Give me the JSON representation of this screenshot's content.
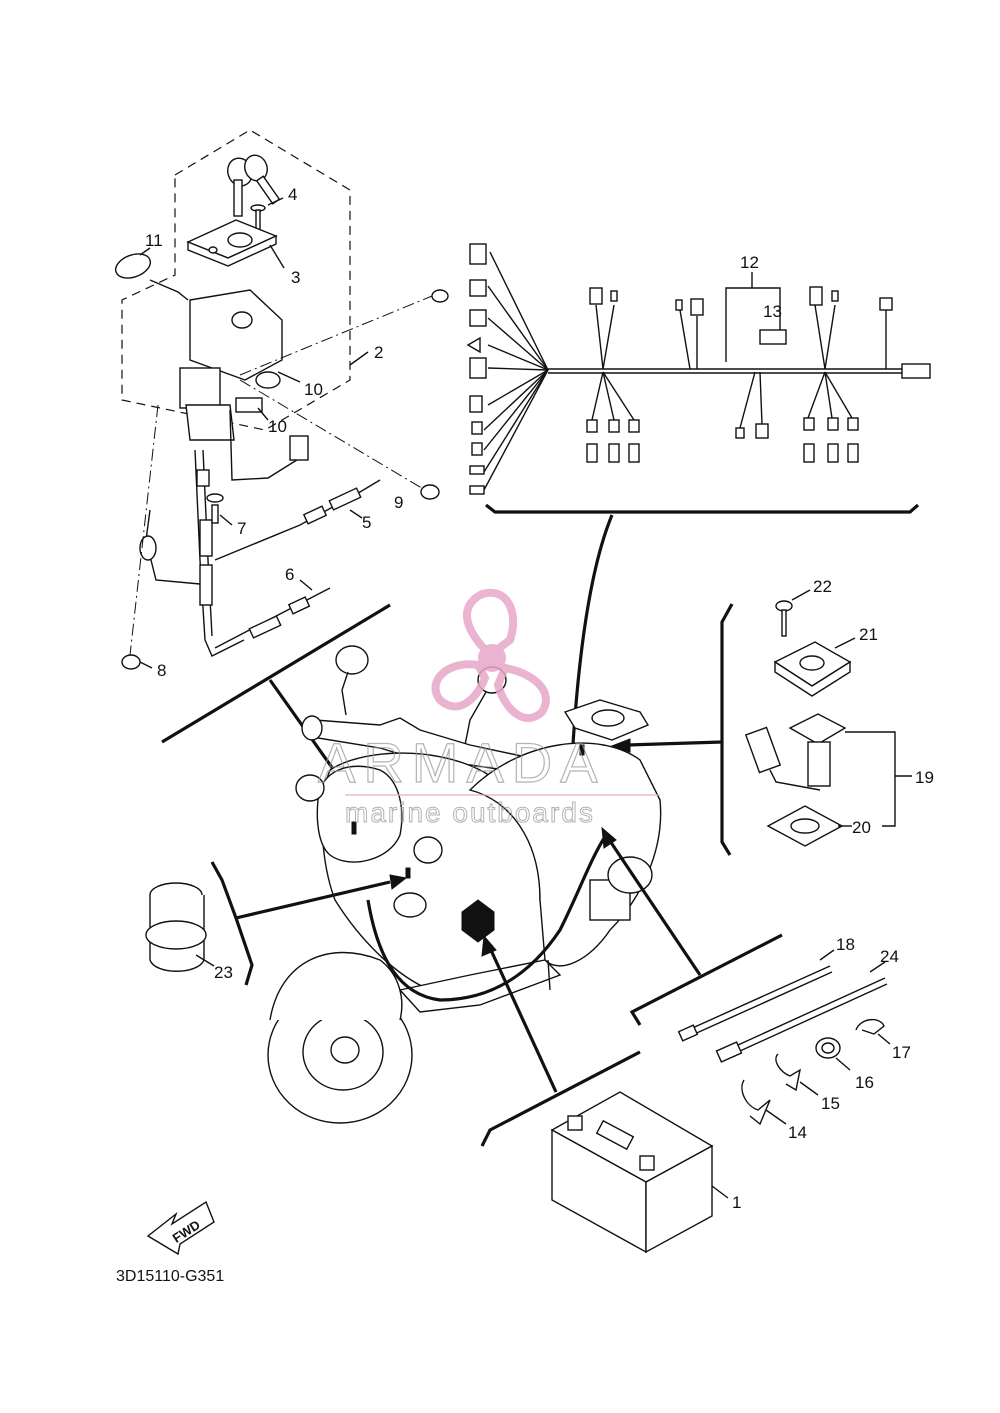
{
  "drawing_code": "3D15110-G351",
  "fwd_label": "FWD",
  "watermark": {
    "title": "ARMADA",
    "subtitle": "marine outboards",
    "colors": {
      "propeller": "#e7a7c9",
      "text": "#9a9a9a"
    }
  },
  "callouts": [
    "1",
    "2",
    "3",
    "4",
    "5",
    "6",
    "7",
    "8",
    "9",
    "10",
    "10",
    "11",
    "12",
    "13",
    "14",
    "15",
    "16",
    "17",
    "18",
    "19",
    "20",
    "21",
    "22",
    "23",
    "24"
  ]
}
